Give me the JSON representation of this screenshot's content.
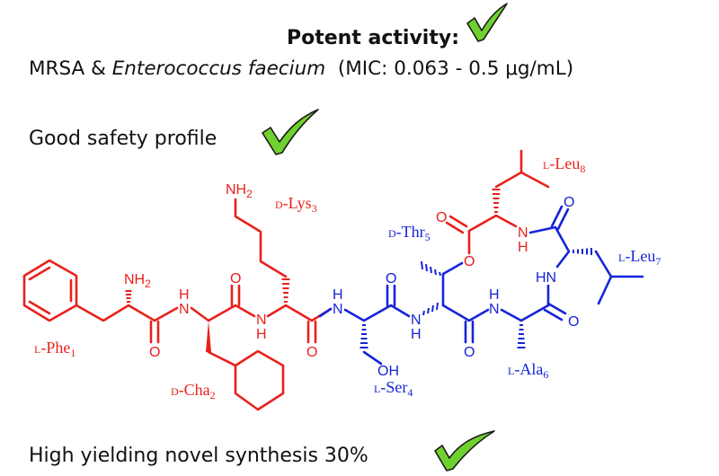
{
  "header": {
    "title": "Potent activity:",
    "organisms_prefix": "MRSA & ",
    "organisms_italic": "Enterococcus faecium",
    "mic": "(MIC: 0.063 - 0.5 μg/mL)"
  },
  "claims": {
    "safety": "Good safety profile",
    "synthesis": "High yielding novel synthesis 30%"
  },
  "colors": {
    "red_residues": "#e8211c",
    "blue_residues": "#1624d8",
    "check": "#6fd12e"
  },
  "icons": {
    "check": "checkmark-icon"
  },
  "atoms": {
    "nh2": "NH",
    "two": "2",
    "n": "N",
    "h": "H",
    "o": "O",
    "oh": "OH",
    "hn": "HN"
  },
  "residues": [
    {
      "prefix": "L",
      "name": "-Phe",
      "sub": "1"
    },
    {
      "prefix": "D",
      "name": "-Cha",
      "sub": "2"
    },
    {
      "prefix": "D",
      "name": "-Lys",
      "sub": "3"
    },
    {
      "prefix": "L",
      "name": "-Ser",
      "sub": "4"
    },
    {
      "prefix": "D",
      "name": "-Thr",
      "sub": "5"
    },
    {
      "prefix": "L",
      "name": "-Ala",
      "sub": "6"
    },
    {
      "prefix": "L",
      "name": "-Leu",
      "sub": "7"
    },
    {
      "prefix": "L",
      "name": "-Leu",
      "sub": "8"
    }
  ]
}
